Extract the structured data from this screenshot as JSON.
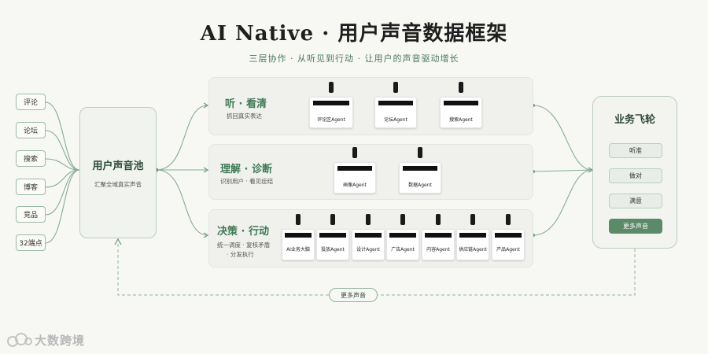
{
  "header": {
    "title": "AI Native · 用户声音数据框架",
    "subtitle": "三层协作 · 从听见到行动 · 让用户的声音驱动增长"
  },
  "sources": [
    "评论",
    "论坛",
    "搜索",
    "博客",
    "竞品",
    "32端点"
  ],
  "pool": {
    "title": "用户声音池",
    "desc": "汇聚全域真实声音"
  },
  "layers": [
    {
      "title": "听 · 看清",
      "desc": [
        "抓回真实表达"
      ],
      "agents": [
        "评论区Agent",
        "论坛Agent",
        "搜索Agent"
      ]
    },
    {
      "title": "理解 · 诊断",
      "desc": [
        "识别用户 · 看见症结"
      ],
      "agents": [
        "画像Agent",
        "数据Agent"
      ]
    },
    {
      "title": "决策 · 行动",
      "desc": [
        "统一调度 · 复核矛盾",
        "· 分发执行"
      ],
      "agents": [
        "AI业务大脑",
        "投放Agent",
        "设计Agent",
        "广告Agent",
        "内容Agent",
        "供应链Agent",
        "产品Agent"
      ]
    }
  ],
  "flywheel": {
    "title": "业务飞轮",
    "items": [
      "听准",
      "做对",
      "满意",
      "更多声音"
    ],
    "active_index": 3
  },
  "feedback": {
    "label": "更多声音"
  },
  "watermark": {
    "text": "大数跨境"
  },
  "colors": {
    "accent": "#5a8a67",
    "line": "#7ea68a",
    "title_green": "#3f7a53"
  }
}
